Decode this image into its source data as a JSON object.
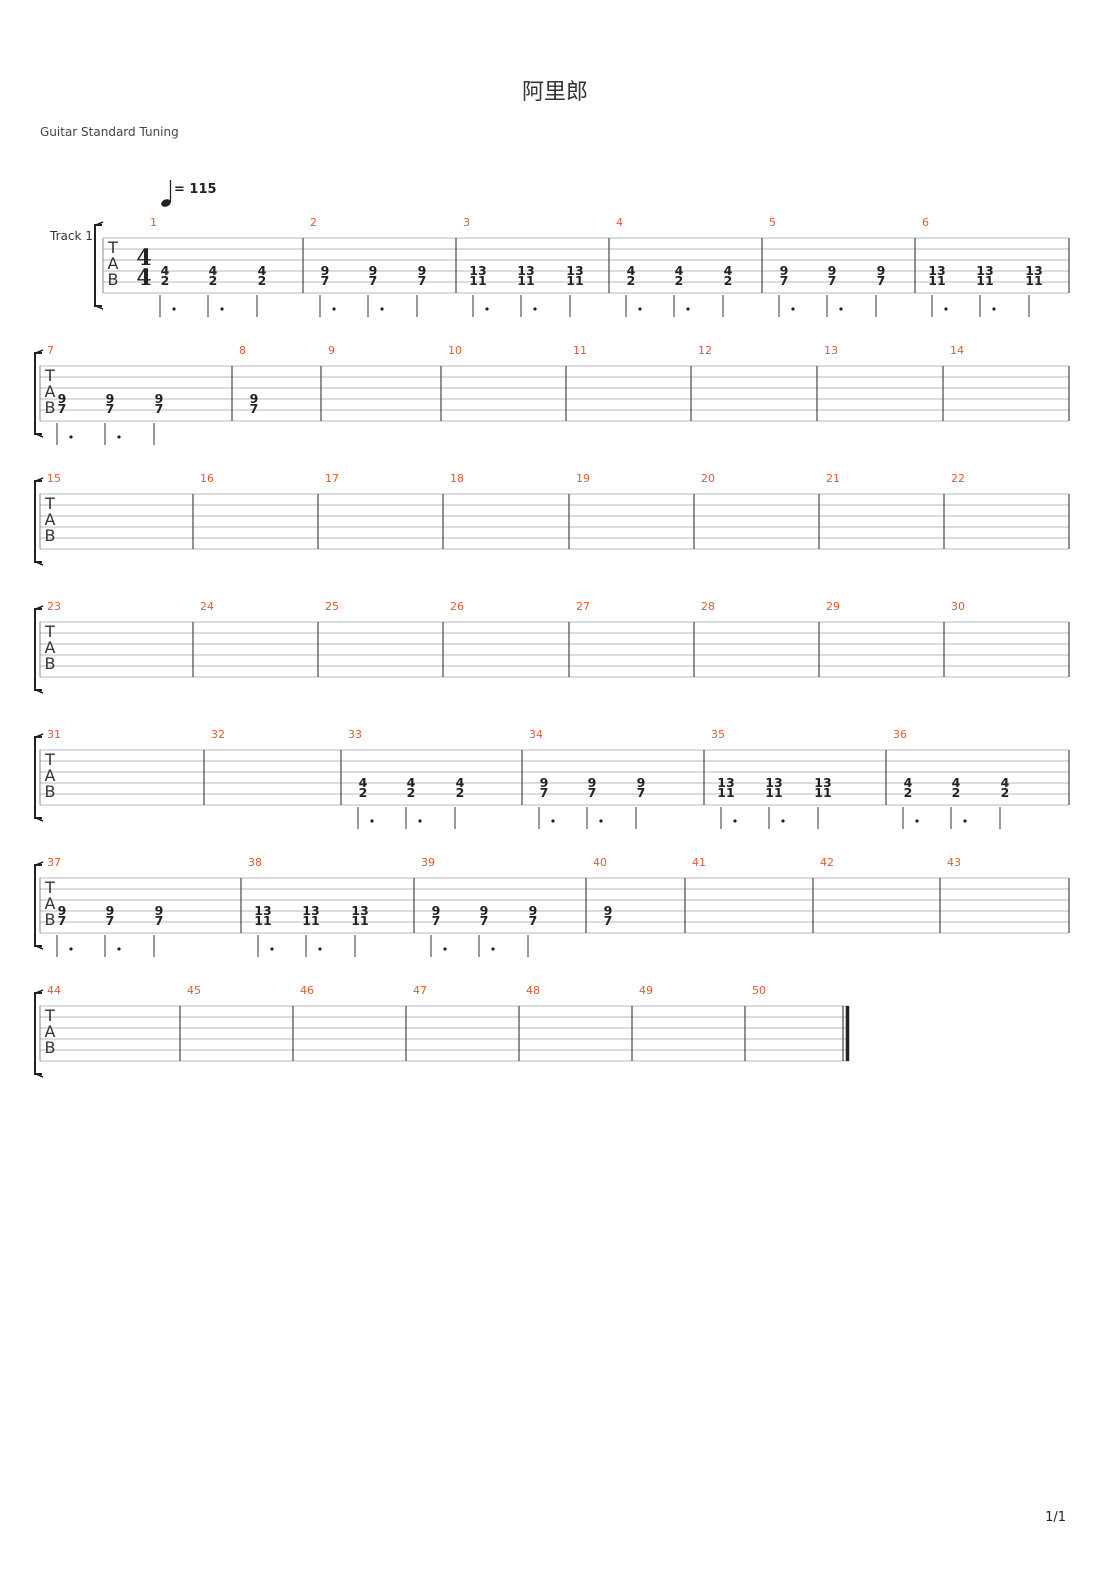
{
  "title": "阿里郎",
  "tuning": "Guitar Standard Tuning",
  "track_name": "Track 1",
  "page_number": "1/1",
  "tempo": {
    "symbol": "♩",
    "text": "= 115"
  },
  "time_signature": {
    "top": "4",
    "bottom": "4"
  },
  "tab_letters": [
    "T",
    "A",
    "B"
  ],
  "colors": {
    "measure_number": "#e8572b",
    "staff_line": "#b8b8b8",
    "barline": "#222222"
  },
  "systems": [
    {
      "measures": [
        {
          "number": "1",
          "chords": [
            [
              "4",
              "2"
            ],
            [
              "4",
              "2"
            ],
            [
              "4",
              "2"
            ]
          ]
        },
        {
          "number": "2",
          "chords": [
            [
              "9",
              "7"
            ],
            [
              "9",
              "7"
            ],
            [
              "9",
              "7"
            ]
          ]
        },
        {
          "number": "3",
          "chords": [
            [
              "13",
              "11"
            ],
            [
              "13",
              "11"
            ],
            [
              "13",
              "11"
            ]
          ]
        },
        {
          "number": "4",
          "chords": [
            [
              "4",
              "2"
            ],
            [
              "4",
              "2"
            ],
            [
              "4",
              "2"
            ]
          ]
        },
        {
          "number": "5",
          "chords": [
            [
              "9",
              "7"
            ],
            [
              "9",
              "7"
            ],
            [
              "9",
              "7"
            ]
          ]
        },
        {
          "number": "6",
          "chords": [
            [
              "13",
              "11"
            ],
            [
              "13",
              "11"
            ],
            [
              "13",
              "11"
            ]
          ]
        }
      ]
    },
    {
      "measures": [
        {
          "number": "7",
          "chords": [
            [
              "9",
              "7"
            ],
            [
              "9",
              "7"
            ],
            [
              "9",
              "7"
            ]
          ]
        },
        {
          "number": "8",
          "chords": [
            [
              "9",
              "7"
            ]
          ]
        },
        {
          "number": "9",
          "chords": []
        },
        {
          "number": "10",
          "chords": []
        },
        {
          "number": "11",
          "chords": []
        },
        {
          "number": "12",
          "chords": []
        },
        {
          "number": "13",
          "chords": []
        },
        {
          "number": "14",
          "chords": []
        }
      ]
    },
    {
      "measures": [
        {
          "number": "15",
          "chords": []
        },
        {
          "number": "16",
          "chords": []
        },
        {
          "number": "17",
          "chords": []
        },
        {
          "number": "18",
          "chords": []
        },
        {
          "number": "19",
          "chords": []
        },
        {
          "number": "20",
          "chords": []
        },
        {
          "number": "21",
          "chords": []
        },
        {
          "number": "22",
          "chords": []
        }
      ]
    },
    {
      "measures": [
        {
          "number": "23",
          "chords": []
        },
        {
          "number": "24",
          "chords": []
        },
        {
          "number": "25",
          "chords": []
        },
        {
          "number": "26",
          "chords": []
        },
        {
          "number": "27",
          "chords": []
        },
        {
          "number": "28",
          "chords": []
        },
        {
          "number": "29",
          "chords": []
        },
        {
          "number": "30",
          "chords": []
        }
      ]
    },
    {
      "measures": [
        {
          "number": "31",
          "chords": []
        },
        {
          "number": "32",
          "chords": []
        },
        {
          "number": "33",
          "chords": [
            [
              "4",
              "2"
            ],
            [
              "4",
              "2"
            ],
            [
              "4",
              "2"
            ]
          ]
        },
        {
          "number": "34",
          "chords": [
            [
              "9",
              "7"
            ],
            [
              "9",
              "7"
            ],
            [
              "9",
              "7"
            ]
          ]
        },
        {
          "number": "35",
          "chords": [
            [
              "13",
              "11"
            ],
            [
              "13",
              "11"
            ],
            [
              "13",
              "11"
            ]
          ]
        },
        {
          "number": "36",
          "chords": [
            [
              "4",
              "2"
            ],
            [
              "4",
              "2"
            ],
            [
              "4",
              "2"
            ]
          ]
        }
      ]
    },
    {
      "measures": [
        {
          "number": "37",
          "chords": [
            [
              "9",
              "7"
            ],
            [
              "9",
              "7"
            ],
            [
              "9",
              "7"
            ]
          ]
        },
        {
          "number": "38",
          "chords": [
            [
              "13",
              "11"
            ],
            [
              "13",
              "11"
            ],
            [
              "13",
              "11"
            ]
          ]
        },
        {
          "number": "39",
          "chords": [
            [
              "9",
              "7"
            ],
            [
              "9",
              "7"
            ],
            [
              "9",
              "7"
            ]
          ]
        },
        {
          "number": "40",
          "chords": [
            [
              "9",
              "7"
            ]
          ]
        },
        {
          "number": "41",
          "chords": []
        },
        {
          "number": "42",
          "chords": []
        },
        {
          "number": "43",
          "chords": []
        }
      ]
    },
    {
      "measures": [
        {
          "number": "44",
          "chords": []
        },
        {
          "number": "45",
          "chords": []
        },
        {
          "number": "46",
          "chords": []
        },
        {
          "number": "47",
          "chords": []
        },
        {
          "number": "48",
          "chords": []
        },
        {
          "number": "49",
          "chords": []
        },
        {
          "number": "50",
          "chords": []
        }
      ]
    }
  ]
}
